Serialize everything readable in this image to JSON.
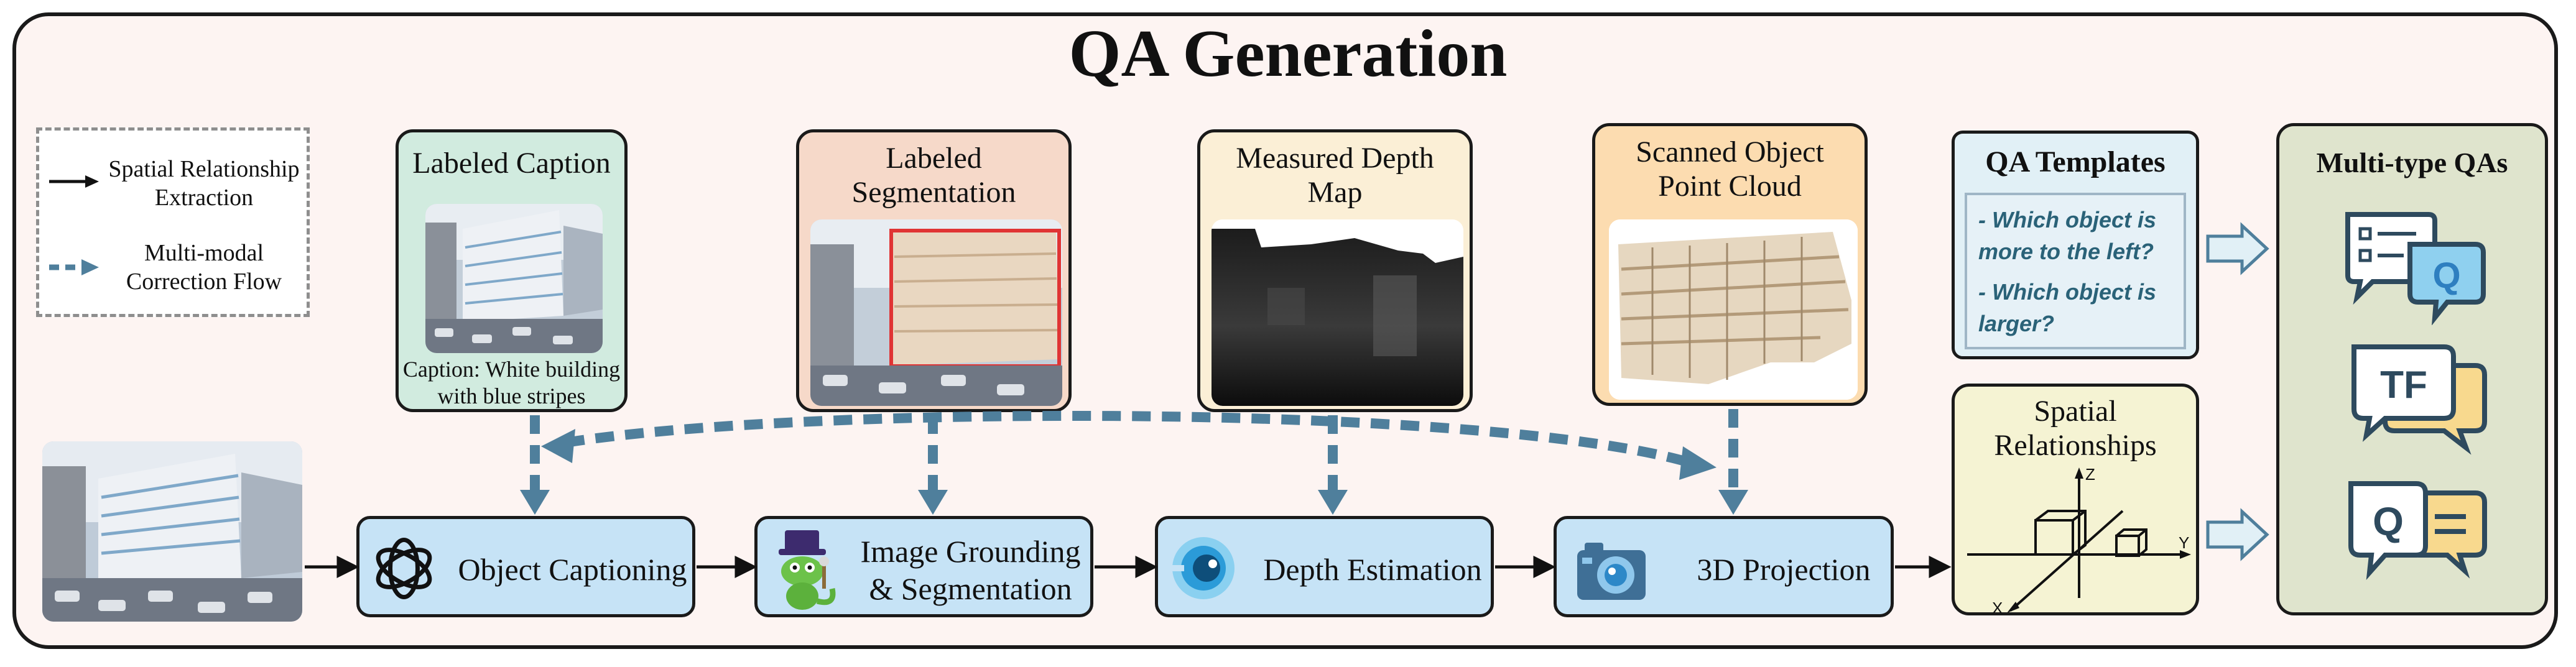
{
  "title": "QA Generation",
  "legend": {
    "solid_label": "Spatial Relationship\nExtraction",
    "dashed_label": "Multi-modal\nCorrection Flow"
  },
  "cards": {
    "caption": {
      "title": "Labeled Caption",
      "caption_text": "Caption: White building\nwith blue stripes"
    },
    "segmentation": {
      "title": "Labeled\nSegmentation"
    },
    "depth": {
      "title": "Measured Depth\nMap"
    },
    "pointcloud": {
      "title": "Scanned Object\nPoint Cloud"
    }
  },
  "steps": {
    "captioning": "Object Captioning",
    "grounding": "Image Grounding\n& Segmentation",
    "depth": "Depth Estimation",
    "projection": "3D Projection"
  },
  "qa_templates": {
    "title": "QA Templates",
    "q1": "- Which object is\nmore to the left?",
    "q2": "- Which object is\nlarger?"
  },
  "spatial": {
    "title": "Spatial\nRelationships",
    "axis_z": "Z",
    "axis_x": "X",
    "axis_y": "Y"
  },
  "multi_qa": {
    "title": "Multi-type QAs",
    "icon1_letter": "Q",
    "icon2_letter": "TF",
    "icon3_letter": "Q"
  },
  "colors": {
    "caption_card": "#d1ebdf",
    "segmentation_card": "#f6d9c9",
    "depth_card": "#fbefd6",
    "pointcloud_card": "#fcdcb0",
    "step_fill": "#c6e3f6",
    "dashed_arrow": "#4f7f9c",
    "spatial_card": "#f5f3d3",
    "multiqa_card": "#dfe4cd",
    "qa_templates_card": "#e1f0f6",
    "segmentation_box": "#e03434"
  },
  "icons": [
    "openai-logo-icon",
    "grounding-mascot-icon",
    "depth-lens-icon",
    "camera-icon",
    "question-list-icon",
    "true-false-icon",
    "qa-bubble-icon"
  ]
}
